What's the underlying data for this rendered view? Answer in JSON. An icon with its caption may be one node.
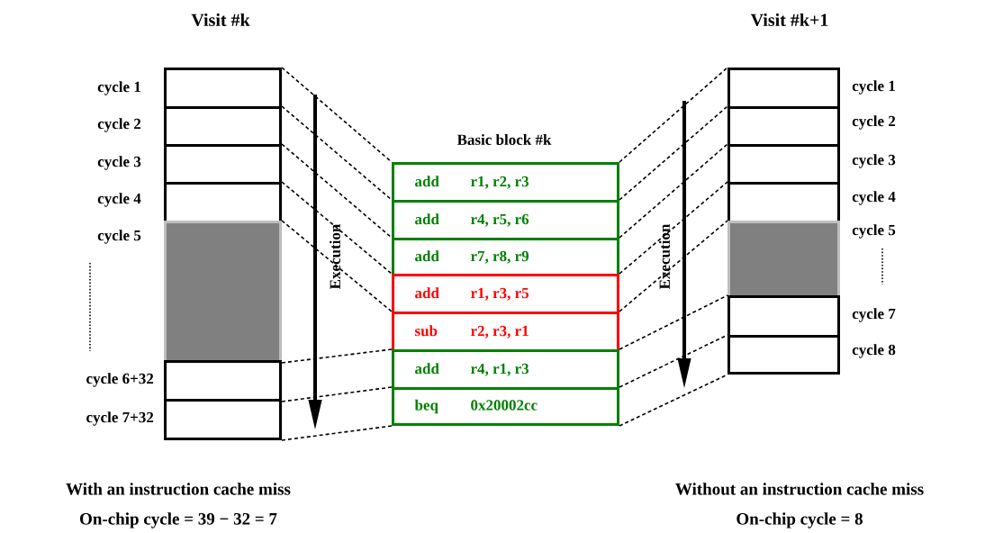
{
  "diagram": {
    "nodes": [
      {
        "text": [],
        "shape": "box",
        "beside": [
          "cycle 1"
        ]
      },
      {
        "text": [],
        "shape": "box",
        "beside": [
          "cycle 2"
        ]
      },
      {
        "text": [],
        "shape": "box",
        "beside": [
          "cycle 3"
        ]
      },
      {
        "text": [],
        "shape": "box",
        "beside": [
          "cycle 4"
        ]
      },
      {
        "text": [],
        "shape": "box",
        "beside": [
          "cycle 5"
        ]
      },
      {
        "text": [],
        "shape": "box",
        "beside": [
          "cycle 6+32"
        ]
      },
      {
        "text": [],
        "shape": "box",
        "beside": [
          "cycle 7+32"
        ]
      },
      {
        "text": [
          "add",
          "r1, r2, r3"
        ]
      },
      {
        "text": [
          "add",
          "r4, r5, r6"
        ]
      },
      {
        "text": [
          "add",
          "r7, r8, r9"
        ]
      },
      {
        "text": [
          "add",
          "r1, r3, r5"
        ]
      },
      {
        "text": [
          "sub",
          "r2, r3, r1"
        ]
      },
      {
        "text": [
          "add",
          "r4, r1, r3"
        ]
      },
      {
        "text": [
          "beq",
          "0x20002cc"
        ]
      },
      {
        "text": [],
        "shape": "box",
        "beside": [
          "cycle 1"
        ]
      },
      {
        "text": [],
        "shape": "box",
        "beside": [
          "cycle 2"
        ]
      },
      {
        "text": [],
        "shape": "box",
        "beside": [
          "cycle 3"
        ]
      },
      {
        "text": [],
        "shape": "box",
        "beside": [
          "cycle 4"
        ]
      },
      {
        "text": [],
        "shape": "box",
        "beside": [
          "cycle 5"
        ]
      },
      {
        "text": [],
        "shape": "box",
        "beside": [
          "cycle 7"
        ]
      },
      {
        "text": [],
        "shape": "box",
        "beside": [
          "cycle 8"
        ]
      }
    ],
    "edges": [
      {
        "from": 0,
        "to": 7,
        "arrow": "none",
        "style": "dashed"
      },
      {
        "from": 1,
        "to": 8,
        "arrow": "none",
        "style": "dashed"
      },
      {
        "from": 2,
        "to": 9,
        "arrow": "none",
        "style": "dashed"
      },
      {
        "from": 3,
        "to": 10,
        "arrow": "none",
        "style": "dashed"
      },
      {
        "from": 4,
        "to": 11,
        "arrow": "none",
        "style": "dashed"
      },
      {
        "from": 4,
        "to": 12,
        "arrow": "none",
        "style": "dashed"
      },
      {
        "from": 5,
        "to": 13,
        "arrow": "none",
        "style": "dashed"
      },
      {
        "from": 6,
        "to": 13,
        "arrow": "none",
        "style": "dashed"
      },
      {
        "from": 7,
        "to": 14,
        "arrow": "none",
        "style": "dashed"
      },
      {
        "from": 8,
        "to": 15,
        "arrow": "none",
        "style": "dashed"
      },
      {
        "from": 9,
        "to": 16,
        "arrow": "none",
        "style": "dashed"
      },
      {
        "from": 10,
        "to": 17,
        "arrow": "none",
        "style": "dashed"
      },
      {
        "from": 11,
        "to": 18,
        "arrow": "none",
        "style": "dashed"
      },
      {
        "from": 12,
        "to": 19,
        "arrow": "none",
        "style": "dashed"
      },
      {
        "from": 13,
        "to": 20,
        "arrow": "none",
        "style": "dashed"
      },
      {
        "from": 13,
        "to": 20,
        "arrow": "none",
        "style": "dashed"
      }
    ],
    "labels": [
      "Visit #k",
      "Visit #k+1",
      "Basic block #k",
      "Execution",
      "Execution",
      "With an instruction cache miss",
      "On-chip cycle = 39 − 32 = 7",
      "Without an instruction cache miss",
      "On-chip cycle = 8"
    ]
  }
}
